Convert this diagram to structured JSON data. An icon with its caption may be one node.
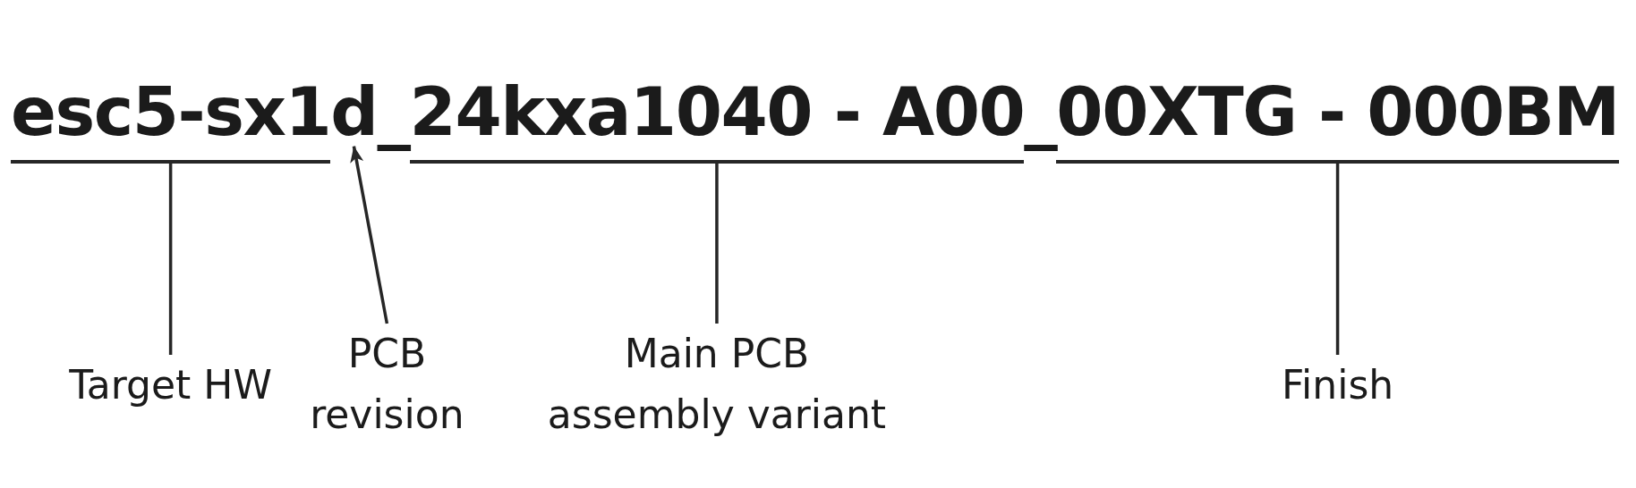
{
  "diagram": {
    "nodes": [
      {
        "text": [
          "esc5-sx1"
        ]
      },
      {
        "text": [
          "d"
        ]
      },
      {
        "text": [
          "24kxa1040 - A00"
        ]
      },
      {
        "text": [
          "00XTG - 000BM"
        ]
      },
      {
        "text": [
          "Target HW"
        ]
      },
      {
        "text": [
          "PCB revision"
        ]
      },
      {
        "text": [
          "Main PCB assembly variant"
        ]
      },
      {
        "text": [
          "Finish"
        ]
      }
    ],
    "edges": [
      {
        "from": 4,
        "to": 0,
        "arrow": "none"
      },
      {
        "from": 5,
        "to": 1,
        "arrow": "to"
      },
      {
        "from": 6,
        "to": 2,
        "arrow": "none"
      },
      {
        "from": 7,
        "to": 3,
        "arrow": "none"
      }
    ],
    "labels": [
      "_",
      "_"
    ]
  }
}
